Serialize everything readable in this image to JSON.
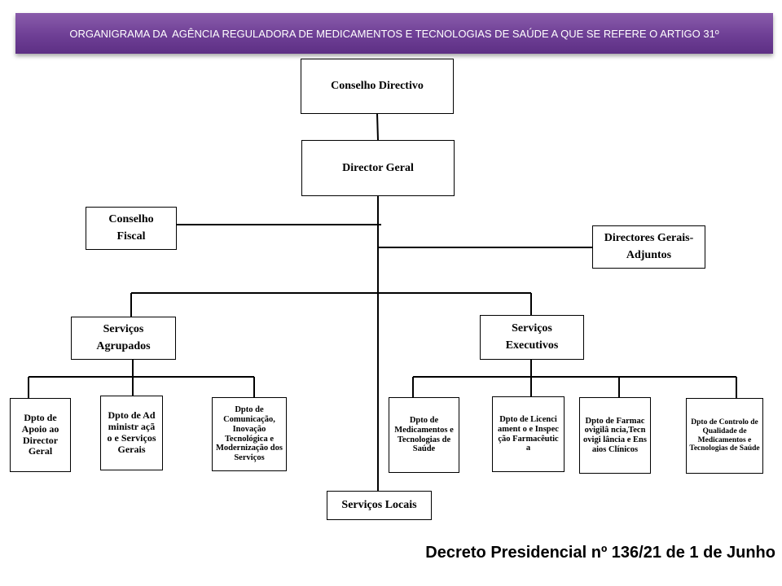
{
  "banner": {
    "title": "ORGANIGRAMA DA  AGÊNCIA REGULADORA DE MEDICAMENTOS E TECNOLOGIAS DE SAÚDE A QUE SE REFERE O ARTIGO 31º"
  },
  "chart": {
    "conselho_directivo": "Conselho Directivo",
    "director_geral": "Director Geral",
    "conselho_fiscal": "Conselho Fiscal",
    "directores_adjuntos": "Directores Gerais-Adjuntos",
    "servicos_agrupados": "Serviços Agrupados",
    "servicos_executivos": "Serviços Executivos",
    "servicos_locais": "Serviços Locais",
    "agrupados_depts": [
      "Dpto de Apoio ao Director Geral",
      "Dpto de Administr ação e Serviços Gerais",
      "Dpto de Comunicação, Inovação Tecnológica e Modernização dos Serviços"
    ],
    "executivos_depts": [
      "Dpto de Medicamentos e Tecnologias de Saúde",
      "Dpto de Licenciament o e Inspecção Farmacêutica",
      "Dpto de Farmacovigilâ ncia,Tecnovigi lância e Ensaios Clínicos",
      "Dpto de Controlo de Qualidade de Medicamentos e Tecnologias de Saúde"
    ]
  },
  "footer": {
    "decree": "Decreto Presidencial nº 136/21 de 1 de Junho"
  }
}
